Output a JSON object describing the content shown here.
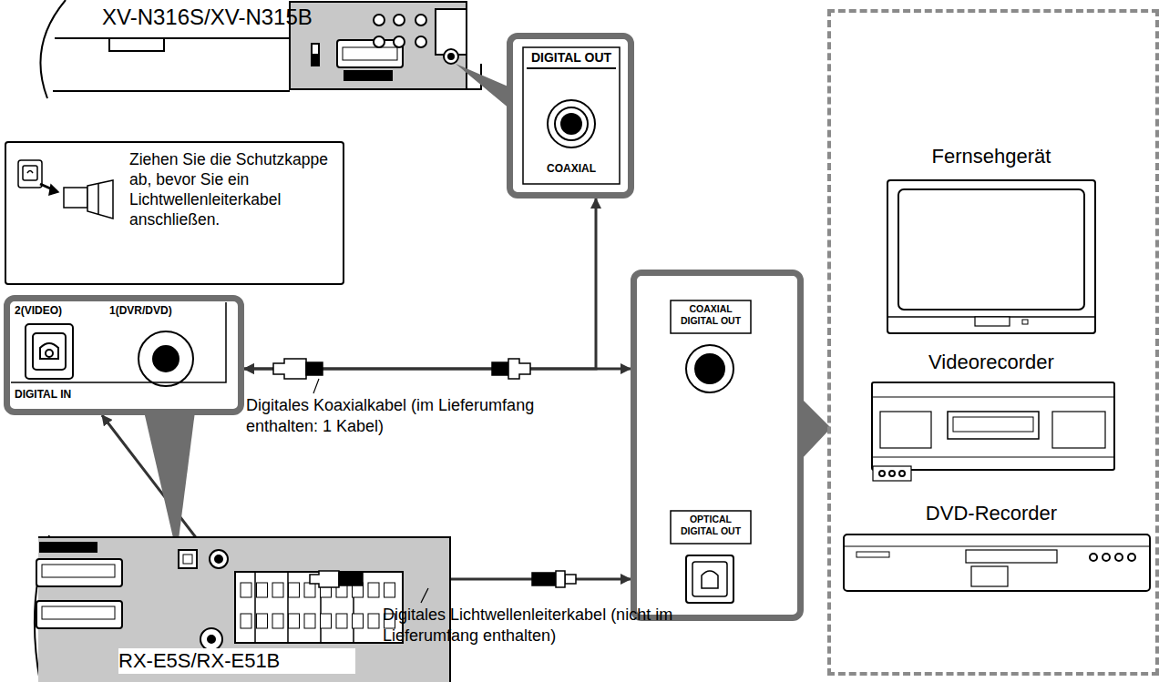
{
  "diagram": {
    "nodes": [
      {
        "text": [
          "DIGITAL OUT",
          "COAXIAL"
        ]
      },
      {
        "text": [
          "Ziehen Sie die Schutzkappe ab, bevor Sie ein Lichtwellenleiterkabel anschließen."
        ]
      },
      {
        "text": [
          "2(VIDEO)",
          "1(DVR/DVD)",
          "DIGITAL IN"
        ]
      },
      {
        "text": [
          "COAXIAL DIGITAL OUT",
          "OPTICAL DIGITAL OUT"
        ]
      },
      {
        "text": [
          "Fernsehgerät",
          "Videorecorder",
          "DVD-Recorder"
        ]
      }
    ],
    "edges": [
      {
        "from": 3,
        "to": 2,
        "arrow": "both"
      },
      {
        "from": 2,
        "to": 0,
        "arrow": "both"
      },
      {
        "from": 3,
        "to": 2,
        "arrow": "both"
      }
    ],
    "labels": [
      "XV-N316S/XV-N315B",
      "RX-E5S/RX-E51B",
      "Digitales Koaxialkabel (im Lieferumfang enthalten: 1 Kabel)",
      "Digitales Lichtwellenleiterkabel (nicht im Lieferumfang enthalten)"
    ]
  }
}
